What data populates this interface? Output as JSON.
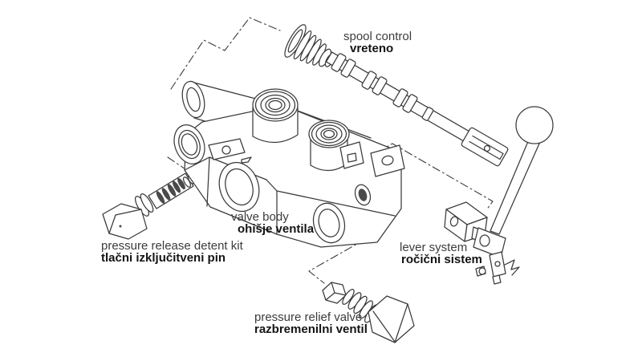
{
  "diagram": {
    "background": "#ffffff",
    "line_color": "#3a3a3a",
    "oring_color": "#4a4a4a",
    "label_text_color": "#3c3c3c",
    "label_bold_color": "#141414",
    "labels": {
      "spool_control": {
        "en": "spool control",
        "sl": "vreteno"
      },
      "valve_body": {
        "en": "valve body",
        "sl": "ohišje ventila"
      },
      "detent_kit": {
        "en": "pressure release detent kit",
        "sl": "tlačni izključitveni pin"
      },
      "lever_system": {
        "en": "lever system",
        "sl": "ročični sistem"
      },
      "relief_valve": {
        "en": "pressure relief valve",
        "sl": "razbremenilni ventil"
      }
    }
  }
}
